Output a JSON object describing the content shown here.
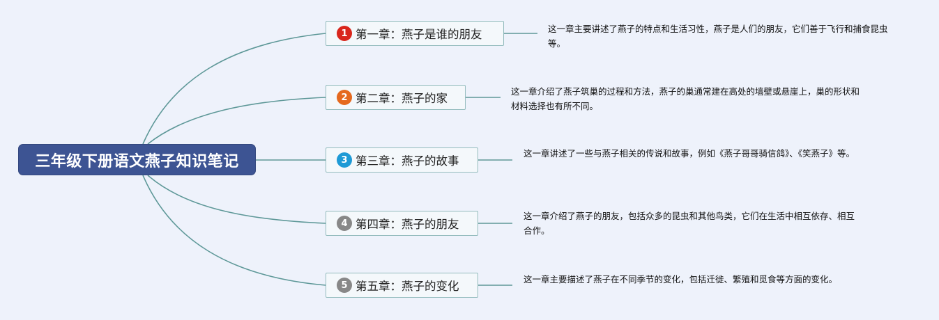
{
  "root": {
    "title": "三年级下册语文燕子知识笔记"
  },
  "colors": {
    "line": "#5e9898",
    "root_bg": "#3d5493"
  },
  "chapters": [
    {
      "num": "1",
      "color": "#d9261c",
      "label": "第一章：燕子是谁的朋友",
      "desc": "这一章主要讲述了燕子的特点和生活习性，燕子是人们的朋友，它们善于飞行和捕食昆虫等。"
    },
    {
      "num": "2",
      "color": "#e5691e",
      "label": "第二章：燕子的家",
      "desc": "这一章介绍了燕子筑巢的过程和方法，燕子的巢通常建在高处的墙壁或悬崖上，巢的形状和材料选择也有所不同。"
    },
    {
      "num": "3",
      "color": "#1e9ad6",
      "label": "第三章：燕子的故事",
      "desc": "这一章讲述了一些与燕子相关的传说和故事，例如《燕子哥哥骑信鸽》、《笑燕子》等。"
    },
    {
      "num": "4",
      "color": "#888888",
      "label": "第四章：燕子的朋友",
      "desc": "这一章介绍了燕子的朋友，包括众多的昆虫和其他鸟类，它们在生活中相互依存、相互合作。"
    },
    {
      "num": "5",
      "color": "#888888",
      "label": "第五章：燕子的变化",
      "desc": "这一章主要描述了燕子在不同季节的变化，包括迁徙、繁殖和觅食等方面的变化。"
    }
  ]
}
